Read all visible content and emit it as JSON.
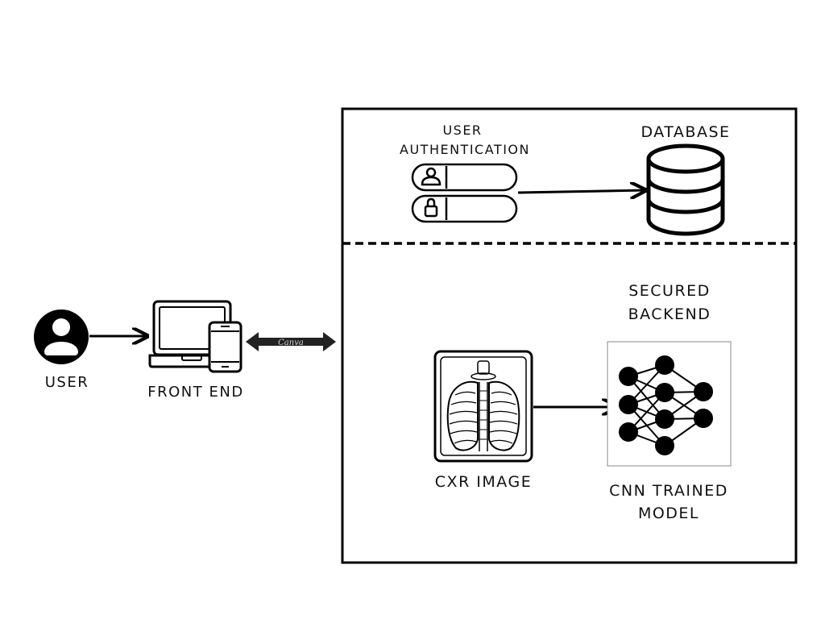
{
  "labels": {
    "user": "USER",
    "front_end": "FRONT END",
    "auth_line1": "USER",
    "auth_line2": "AUTHENTICATION",
    "database": "DATABASE",
    "backend_line1": "SECURED",
    "backend_line2": "BACKEND",
    "cxr_image": "CXR IMAGE",
    "cnn_line1": "CNN TRAINED",
    "cnn_line2": "MODEL",
    "watermark": "Canva"
  },
  "icons": {
    "user": "user-avatar-icon",
    "front_end": "laptop-phone-icon",
    "auth_user_field": "person-icon",
    "auth_password_field": "lock-icon",
    "database": "database-icon",
    "cxr_image": "chest-xray-icon",
    "cnn_model": "neural-network-icon"
  },
  "colors": {
    "stroke": "#000000",
    "background": "#ffffff"
  }
}
